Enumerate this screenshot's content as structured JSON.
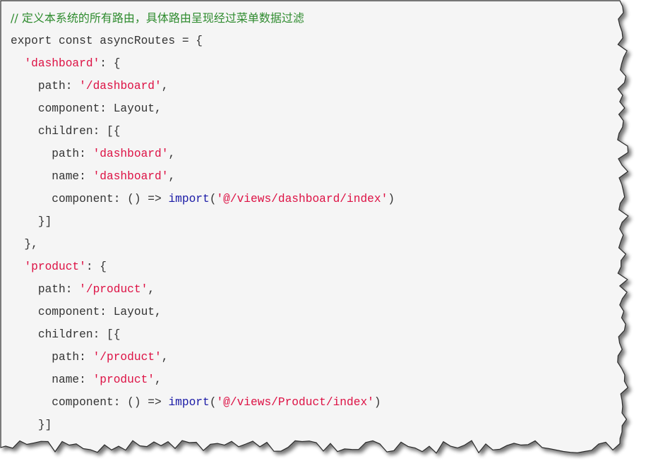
{
  "colors": {
    "background": "#f5f5f5",
    "border": "#2b2b2b",
    "comment": "#2e8b2e",
    "string": "#dd1144",
    "keyword": "#1a1aa6",
    "text": "#333333"
  },
  "code": {
    "lines": [
      [
        {
          "t": "c",
          "v": "// 定义本系统的所有路由，具体路由呈现经过菜单数据过滤"
        }
      ],
      [
        {
          "t": "p",
          "v": "export const asyncRoutes = {"
        }
      ],
      [
        {
          "t": "p",
          "v": "  "
        },
        {
          "t": "s",
          "v": "'dashboard'"
        },
        {
          "t": "p",
          "v": ": {"
        }
      ],
      [
        {
          "t": "p",
          "v": "    path: "
        },
        {
          "t": "s",
          "v": "'/dashboard'"
        },
        {
          "t": "p",
          "v": ","
        }
      ],
      [
        {
          "t": "p",
          "v": "    component: Layout,"
        }
      ],
      [
        {
          "t": "p",
          "v": "    children: [{"
        }
      ],
      [
        {
          "t": "p",
          "v": "      path: "
        },
        {
          "t": "s",
          "v": "'dashboard'"
        },
        {
          "t": "p",
          "v": ","
        }
      ],
      [
        {
          "t": "p",
          "v": "      name: "
        },
        {
          "t": "s",
          "v": "'dashboard'"
        },
        {
          "t": "p",
          "v": ","
        }
      ],
      [
        {
          "t": "p",
          "v": "      component: () => "
        },
        {
          "t": "k",
          "v": "import"
        },
        {
          "t": "p",
          "v": "("
        },
        {
          "t": "s",
          "v": "'@/views/dashboard/index'"
        },
        {
          "t": "p",
          "v": ")"
        }
      ],
      [
        {
          "t": "p",
          "v": "    }]"
        }
      ],
      [
        {
          "t": "p",
          "v": "  },"
        }
      ],
      [
        {
          "t": "p",
          "v": "  "
        },
        {
          "t": "s",
          "v": "'product'"
        },
        {
          "t": "p",
          "v": ": {"
        }
      ],
      [
        {
          "t": "p",
          "v": "    path: "
        },
        {
          "t": "s",
          "v": "'/product'"
        },
        {
          "t": "p",
          "v": ","
        }
      ],
      [
        {
          "t": "p",
          "v": "    component: Layout,"
        }
      ],
      [
        {
          "t": "p",
          "v": "    children: [{"
        }
      ],
      [
        {
          "t": "p",
          "v": "      path: "
        },
        {
          "t": "s",
          "v": "'/product'"
        },
        {
          "t": "p",
          "v": ","
        }
      ],
      [
        {
          "t": "p",
          "v": "      name: "
        },
        {
          "t": "s",
          "v": "'product'"
        },
        {
          "t": "p",
          "v": ","
        }
      ],
      [
        {
          "t": "p",
          "v": "      component: () => "
        },
        {
          "t": "k",
          "v": "import"
        },
        {
          "t": "p",
          "v": "("
        },
        {
          "t": "s",
          "v": "'@/views/Product/index'"
        },
        {
          "t": "p",
          "v": ")"
        }
      ],
      [
        {
          "t": "p",
          "v": "    }]"
        }
      ]
    ]
  }
}
